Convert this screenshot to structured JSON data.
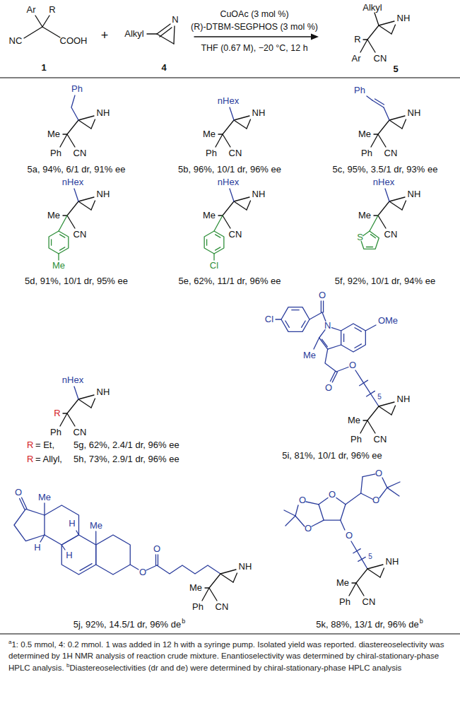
{
  "diagram": {
    "labels": [
      "Ar",
      "R",
      "NC",
      "COOH",
      "1",
      "+",
      "Alkyl",
      "N",
      "4",
      "CuOAc (3 mol %)",
      "(R)-DTBM-SEGPHOS (3 mol %)",
      "THF (0.67 M), −20 °C, 12 h",
      "Alkyl",
      "NH",
      "R",
      "Ar",
      "CN",
      "5",
      "Ph",
      "Me",
      "NH",
      "Ph",
      "CN",
      "5a, 94%, 6/1 dr, 91% ee",
      "nHex",
      "Me",
      "NH",
      "Ph",
      "CN",
      "5b, 96%, 10/1 dr, 96% ee",
      "Ph",
      "Me",
      "NH",
      "Ph",
      "CN",
      "5c, 95%, 3.5/1 dr, 93% ee",
      "nHex",
      "Me",
      "NH",
      "CN",
      "Me",
      "5d, 91%, 10/1 dr, 95% ee",
      "nHex",
      "Me",
      "NH",
      "CN",
      "Cl",
      "5e, 62%, 11/1 dr, 96% ee",
      "nHex",
      "Me",
      "NH",
      "CN",
      "S",
      "5f, 92%, 10/1 dr, 94% ee",
      "nHex",
      "R",
      "NH",
      "Ph",
      "CN",
      "R",
      "= Et,",
      "5g, 62%, 2.4/1 dr, 96% ee",
      "R",
      "= Allyl,",
      "5h, 73%, 2.9/1 dr, 96% ee",
      "O",
      "N",
      "OMe",
      "Cl",
      "Me",
      "O",
      "O",
      "5",
      "Me",
      "NH",
      "Ph",
      "CN",
      "5i, 81%, 10/1 dr, 96% ee",
      "O",
      "Me",
      "Me",
      "H",
      "H",
      "H",
      "O",
      "O",
      "Me",
      "NH",
      "Ph",
      "CN",
      "5j, 92%, 14.5/1 dr, 96% de",
      "b",
      "O",
      "O",
      "O",
      "O",
      "O",
      "O",
      "5",
      "Me",
      "NH",
      "Ph",
      "CN",
      "5k, 88%, 13/1 dr, 96% de",
      "b",
      "a",
      "1: 0.5 mmol, 4: 0.2 mmol. 1 was added in 12 h with a syringe pump. Isolated yield was reported.",
      "diastereoselectivity was determined by 1H NMR analysis of reaction crude mixture. Enantioselectivity was determined by chiral-stationary-phase HPLC analysis.",
      "b",
      "Diastereoselectivities (dr and de) were determined by chiral-stationary-phase HPLC analysis"
    ]
  }
}
